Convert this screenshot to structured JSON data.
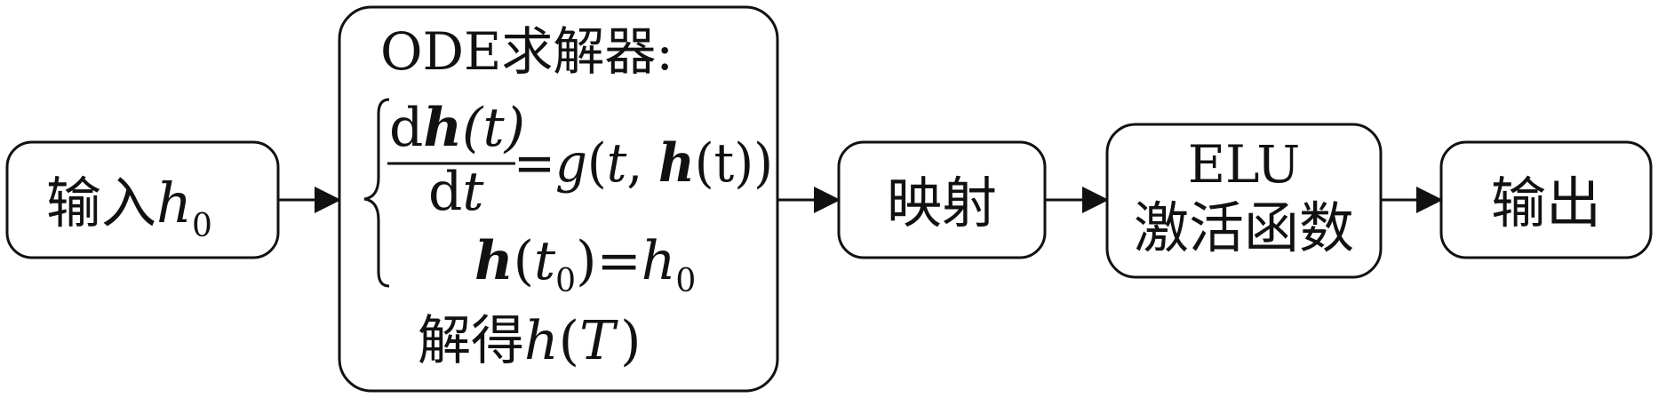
{
  "diagram": {
    "nodes": [
      {
        "id": "input",
        "label": "输入",
        "var": "h",
        "sub": "0"
      },
      {
        "id": "ode-solver",
        "title": "ODE求解器:",
        "eq1": {
          "num_d": "d",
          "num_h": "h",
          "num_rest": "(t)",
          "den_d": "d",
          "den_t": "t",
          "rhs_eq": "=",
          "rhs_g": "g",
          "rhs_open": "(",
          "rhs_t": "t",
          "rhs_comma": ", ",
          "rhs_h": "h",
          "rhs_tail": "(t))"
        },
        "eq2": {
          "h": "h",
          "open": "(",
          "t": "t",
          "t_sub": "0",
          "close_eq": ")=",
          "h2": "h",
          "h2_sub": "0"
        },
        "result": {
          "prefix": "解得",
          "h": "h",
          "open": "(",
          "T": "T",
          "close": ")"
        }
      },
      {
        "id": "mapping",
        "label": "映射"
      },
      {
        "id": "elu",
        "line1": "ELU",
        "line2": "激活函数"
      },
      {
        "id": "output",
        "label": "输出"
      }
    ]
  },
  "colors": {
    "stroke": "#111111",
    "fill": "#ffffff",
    "text": "#111111"
  }
}
